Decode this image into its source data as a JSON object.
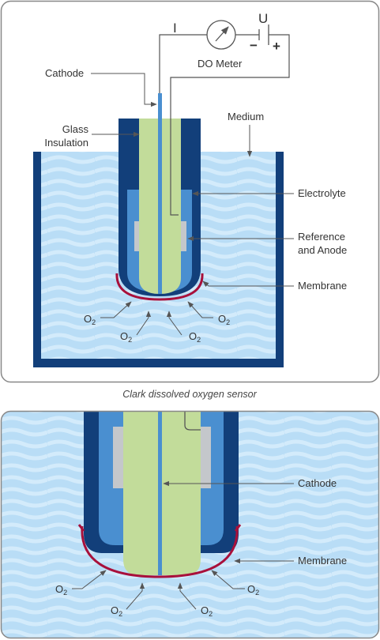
{
  "top_panel": {
    "labels": {
      "current": "I",
      "voltage": "U",
      "minus": "−",
      "plus": "+",
      "meter": "DO Meter",
      "cathode": "Cathode",
      "glass_1": "Glass",
      "glass_2": "Insulation",
      "medium": "Medium",
      "electrolyte": "Electrolyte",
      "reference_1": "Reference",
      "reference_2": "and Anode",
      "membrane": "Membrane"
    },
    "o2": {
      "base": "O",
      "sub": "2"
    }
  },
  "caption": "Clark dissolved oxygen sensor",
  "bottom_panel": {
    "labels": {
      "cathode": "Cathode",
      "membrane": "Membrane"
    },
    "o2": {
      "base": "O",
      "sub": "2"
    }
  },
  "colors": {
    "navy": "#123f7a",
    "blue": "#4a8fd0",
    "light_blue": "#87c0ea",
    "water": "#b9ddf6",
    "wave": "#d3ebfb",
    "glass": "#c2dc9a",
    "anode": "#c4c7cb",
    "membrane": "#a8103b",
    "panel_border": "#888888",
    "panel_bg": "#ededed"
  }
}
